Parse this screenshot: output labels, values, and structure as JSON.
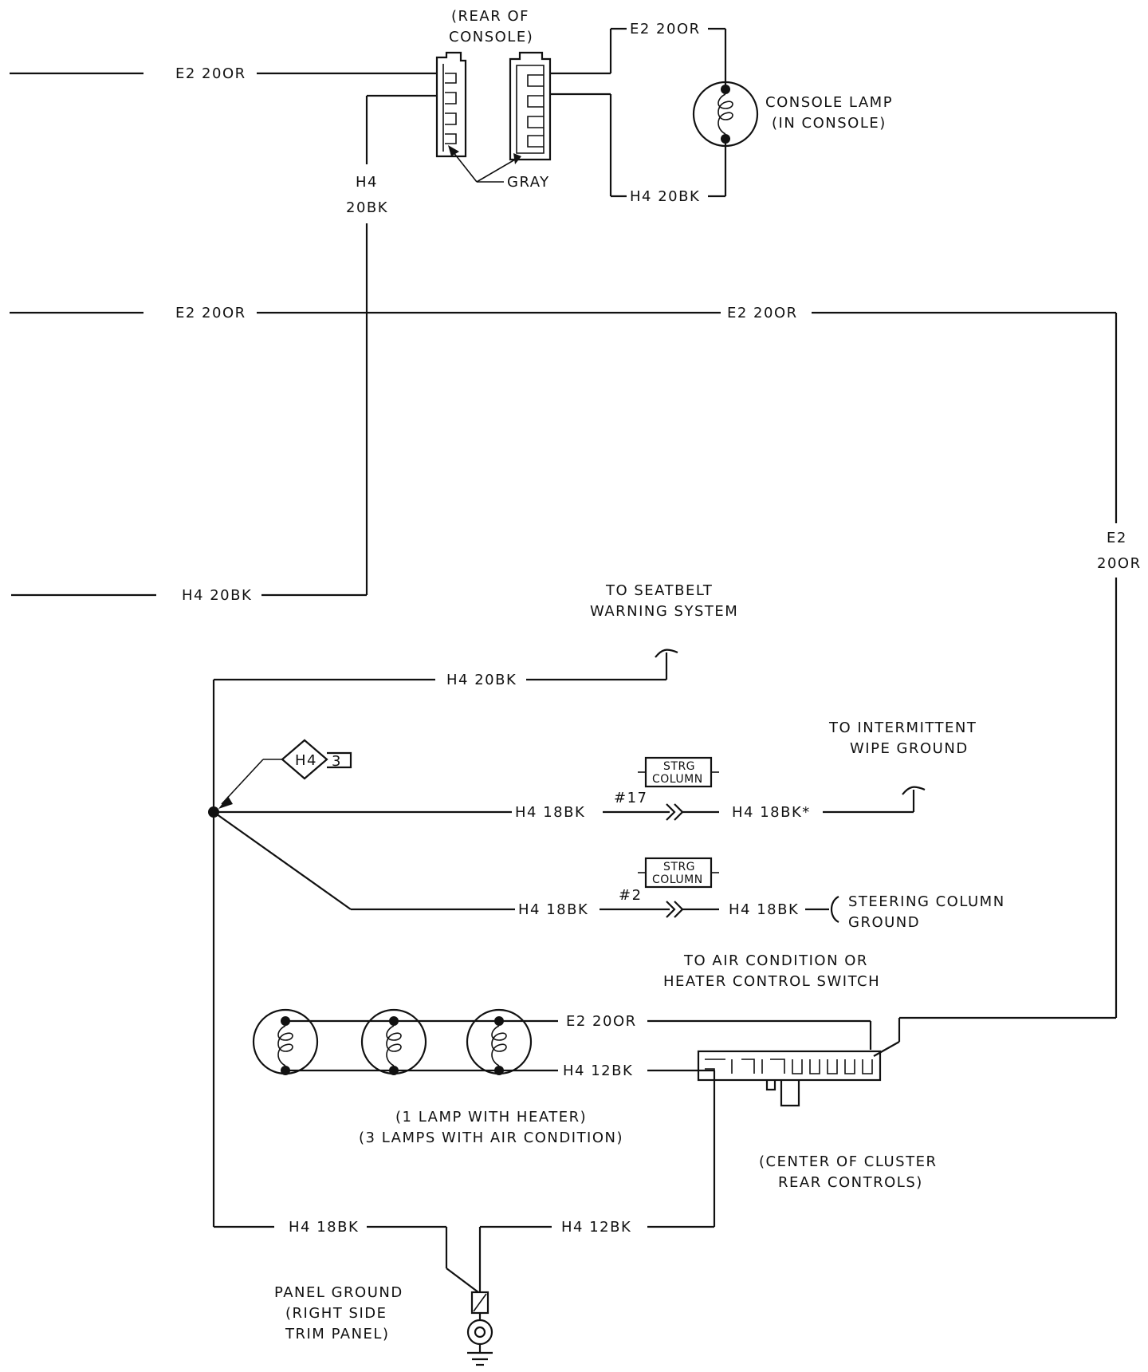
{
  "labels": {
    "rear_of_console_1": "(REAR OF",
    "rear_of_console_2": "CONSOLE)",
    "top_wire": "E2 20OR",
    "lamp_top_wire": "E2 20OR",
    "lamp_bottom_wire": "H4 20BK",
    "console_lamp_1": "CONSOLE LAMP",
    "console_lamp_2": "(IN CONSOLE)",
    "gray": "GRAY",
    "h4_vert_1": "H4",
    "h4_vert_2": "20BK",
    "mid_left_wire": "E2 20OR",
    "mid_right_wire": "E2 20OR",
    "right_vert_1": "E2",
    "right_vert_2": "20OR",
    "h4_left_wire": "H4 20BK",
    "seatbelt_1": "TO SEATBELT",
    "seatbelt_2": "WARNING SYSTEM",
    "seatbelt_wire": "H4 20BK",
    "splice_id": "H4",
    "splice_num": "3",
    "wipe_1": "TO INTERMITTENT",
    "wipe_2": "WIPE GROUND",
    "strg_1a": "STRG",
    "strg_1b": "COLUMN",
    "pin17": "#17",
    "wipe_wire_left": "H4 18BK",
    "wipe_wire_right": "H4 18BK*",
    "strg_2a": "STRG",
    "strg_2b": "COLUMN",
    "pin2": "#2",
    "steer_wire_left": "H4 18BK",
    "steer_wire_right": "H4 18BK",
    "steer_gnd_1": "STEERING COLUMN",
    "steer_gnd_2": "GROUND",
    "ac_1": "TO AIR CONDITION OR",
    "ac_2": "HEATER CONTROL SWITCH",
    "lamps_top_wire": "E2 20OR",
    "lamps_bottom_wire": "H4 12BK",
    "lamp_note_1": "(1 LAMP WITH HEATER)",
    "lamp_note_2": "(3 LAMPS WITH AIR CONDITION)",
    "cluster_1": "(CENTER OF CLUSTER",
    "cluster_2": "REAR CONTROLS)",
    "ground_left_wire": "H4 18BK",
    "ground_right_wire": "H4 12BK",
    "panel_gnd_1": "PANEL GROUND",
    "panel_gnd_2": "(RIGHT SIDE",
    "panel_gnd_3": "TRIM PANEL)"
  }
}
